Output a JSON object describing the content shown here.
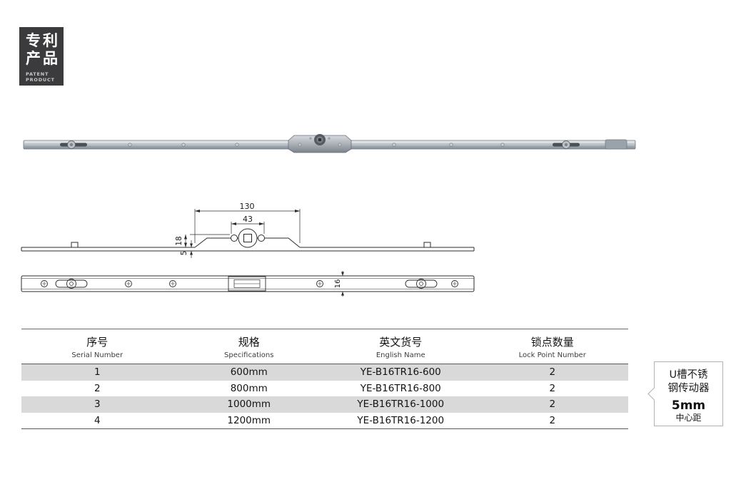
{
  "badge": {
    "zh_line1": "专利",
    "zh_line2": "产品",
    "en_line1": "PATENT",
    "en_line2": "PRODUCT"
  },
  "drawings": {
    "dim_130": "130",
    "dim_43": "43",
    "dim_18": "18",
    "dim_5": "5",
    "dim_16": "16"
  },
  "table": {
    "headers": [
      {
        "zh": "序号",
        "en": "Serial Number"
      },
      {
        "zh": "规格",
        "en": "Specifications"
      },
      {
        "zh": "英文货号",
        "en": "English Name"
      },
      {
        "zh": "锁点数量",
        "en": "Lock Point Number"
      }
    ],
    "rows": [
      {
        "serial": "1",
        "spec": "600mm",
        "name": "YE-B16TR16-600",
        "lock_points": "2"
      },
      {
        "serial": "2",
        "spec": "800mm",
        "name": "YE-B16TR16-800",
        "lock_points": "2"
      },
      {
        "serial": "3",
        "spec": "1000mm",
        "name": "YE-B16TR16-1000",
        "lock_points": "2"
      },
      {
        "serial": "4",
        "spec": "1200mm",
        "name": "YE-B16TR16-1200",
        "lock_points": "2"
      }
    ]
  },
  "side_label": {
    "zh_line1": "U槽不锈",
    "zh_line2": "钢传动器",
    "size": "5mm",
    "note": "中心距"
  },
  "colors": {
    "badge_bg": "#3b3b3d",
    "row_alt": "#d9d9d9",
    "drawing_line": "#2b2b2b",
    "label_border": "#b2b2b2"
  }
}
